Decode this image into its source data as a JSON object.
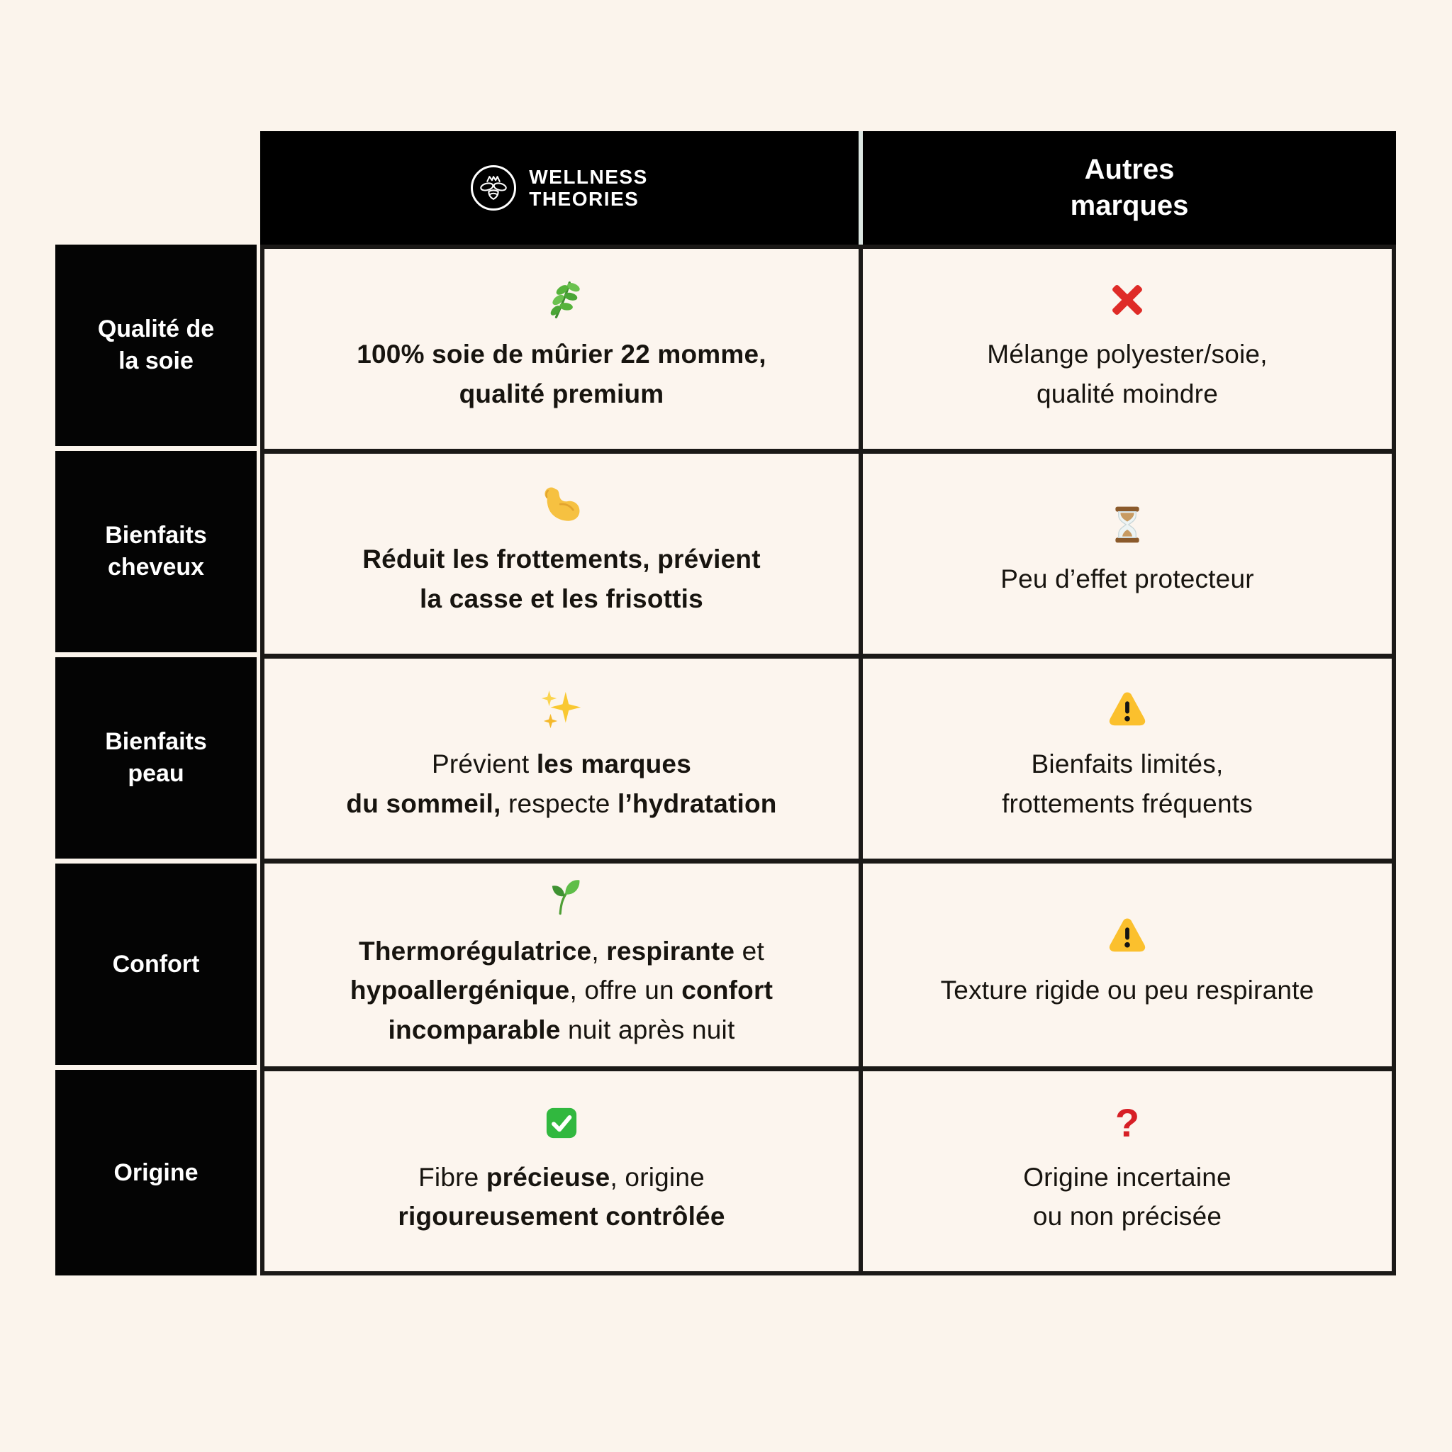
{
  "page": {
    "background": "#FBF4EC"
  },
  "colors": {
    "header_bg": "#000000",
    "label_bg": "#040404",
    "cell_bg": "#FCF5EE",
    "grid_line": "#1B1917",
    "header_divider": "#DCE6E2",
    "text": "#17140F",
    "label_text": "#FFFFFF",
    "cross_red": "#DF2B27",
    "warning_yellow": "#FBC02D",
    "check_green": "#31B83F",
    "question_red": "#D71F26",
    "leaf_green": "#56B33B",
    "gold": "#F9C832"
  },
  "header": {
    "brand": {
      "icon": "bee-logo-icon",
      "name": "WELLNESS\nTHEORIES"
    },
    "other": {
      "title": "Autres\nmarques"
    }
  },
  "icons": {
    "qmark": {
      "name": "red-question-mark-icon",
      "glyph": "?",
      "color": "#D71F26"
    }
  },
  "rows": [
    {
      "label": "Qualité de\nla soie",
      "brand": {
        "icon": "herb-icon",
        "segments": [
          {
            "text": "100% soie de mûrier 22 momme,\nqualité premium",
            "bold": true
          }
        ]
      },
      "other": {
        "icon": "cross-mark-icon",
        "segments": [
          {
            "text": "Mélange polyester/soie,\nqualité moindre",
            "bold": false
          }
        ]
      }
    },
    {
      "label": "Bienfaits\ncheveux",
      "brand": {
        "icon": "flexed-biceps-icon",
        "segments": [
          {
            "text": "Réduit les frottements, prévient\nla casse et les frisottis",
            "bold": true
          }
        ]
      },
      "other": {
        "icon": "hourglass-icon",
        "segments": [
          {
            "text": "Peu d’effet protecteur",
            "bold": false
          }
        ]
      }
    },
    {
      "label": "Bienfaits\npeau",
      "brand": {
        "icon": "sparkles-icon",
        "segments": [
          {
            "text": "Prévient ",
            "bold": false
          },
          {
            "text": "les marques\ndu sommeil,",
            "bold": true
          },
          {
            "text": " respecte ",
            "bold": false
          },
          {
            "text": "l’hydratation",
            "bold": true
          }
        ]
      },
      "other": {
        "icon": "warning-icon",
        "segments": [
          {
            "text": "Bienfaits limités,\nfrottements fréquents",
            "bold": false
          }
        ]
      }
    },
    {
      "label": "Confort",
      "brand": {
        "icon": "seedling-icon",
        "segments": [
          {
            "text": "Thermorégulatrice",
            "bold": true
          },
          {
            "text": ", ",
            "bold": false
          },
          {
            "text": "respirante",
            "bold": true
          },
          {
            "text": " et\n",
            "bold": false
          },
          {
            "text": "hypoallergénique",
            "bold": true
          },
          {
            "text": ", offre un ",
            "bold": false
          },
          {
            "text": "confort\nincomparable",
            "bold": true
          },
          {
            "text": " nuit après nuit",
            "bold": false
          }
        ]
      },
      "other": {
        "icon": "warning-icon",
        "segments": [
          {
            "text": "Texture rigide ou peu respirante",
            "bold": false
          }
        ]
      }
    },
    {
      "label": "Origine",
      "brand": {
        "icon": "check-mark-button-icon",
        "segments": [
          {
            "text": "Fibre ",
            "bold": false
          },
          {
            "text": "précieuse",
            "bold": true
          },
          {
            "text": ", origine\n",
            "bold": false
          },
          {
            "text": "rigoureusement contrôlée",
            "bold": true
          }
        ]
      },
      "other": {
        "icon": "red-question-mark-icon",
        "segments": [
          {
            "text": "Origine incertaine\nou non précisée",
            "bold": false
          }
        ]
      }
    }
  ],
  "chart_data": {
    "type": "table",
    "title": "Comparatif taie d’oreiller en soie : Wellness Theories vs autres marques",
    "columns": [
      "",
      "WELLNESS THEORIES",
      "Autres marques"
    ],
    "rows": [
      [
        "Qualité de la soie",
        "🌿 100% soie de mûrier 22 momme, qualité premium",
        "❌ Mélange polyester/soie, qualité moindre"
      ],
      [
        "Bienfaits cheveux",
        "💪 Réduit les frottements, prévient la casse et les frisottis",
        "⏳ Peu d’effet protecteur"
      ],
      [
        "Bienfaits peau",
        "✨ Prévient les marques du sommeil, respecte l’hydratation",
        "⚠️ Bienfaits limités, frottements fréquents"
      ],
      [
        "Confort",
        "🌱 Thermorégulatrice, respirante et hypoallergénique, offre un confort incomparable nuit après nuit",
        "⚠️ Texture rigide ou peu respirante"
      ],
      [
        "Origine",
        "✅ Fibre précieuse, origine rigoureusement contrôlée",
        "❓ Origine incertaine ou non précisée"
      ]
    ]
  }
}
